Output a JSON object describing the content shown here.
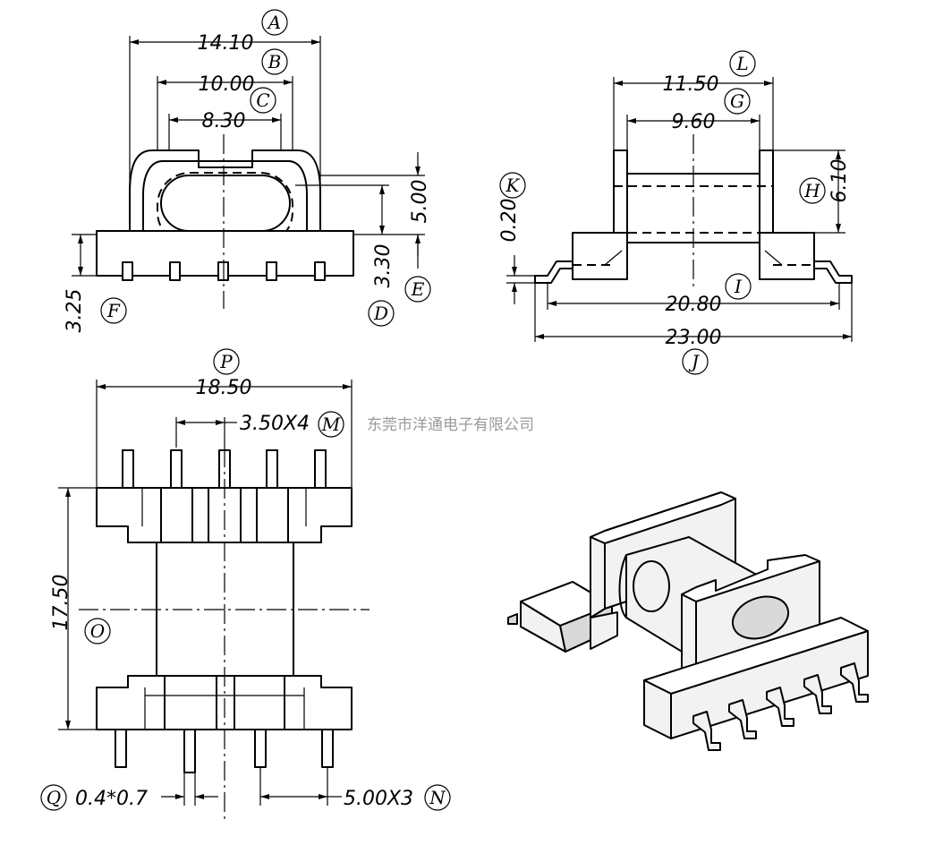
{
  "company": "东莞市洋通电子有限公司",
  "front_view": {
    "dims": [
      {
        "value": "14.10",
        "label": "A"
      },
      {
        "value": "10.00",
        "label": "B"
      },
      {
        "value": "8.30",
        "label": "C"
      },
      {
        "value": "3.30",
        "label": "D"
      },
      {
        "value": "5.00",
        "label": "E"
      },
      {
        "value": "3.25",
        "label": "F"
      }
    ]
  },
  "side_view": {
    "dims": [
      {
        "value": "11.50",
        "label": "L"
      },
      {
        "value": "9.60",
        "label": "G"
      },
      {
        "value": "6.10",
        "label": "H"
      },
      {
        "value": "0.20",
        "label": "K"
      },
      {
        "value": "20.80",
        "label": "I"
      },
      {
        "value": "23.00",
        "label": "J"
      }
    ]
  },
  "bottom_view": {
    "dims": [
      {
        "value": "18.50",
        "label": "P"
      },
      {
        "value": "3.50X4",
        "label": "M"
      },
      {
        "value": "17.50",
        "label": "O"
      },
      {
        "value": "0.4*0.7",
        "label": "Q"
      },
      {
        "value": "5.00X3",
        "label": "N"
      }
    ]
  }
}
